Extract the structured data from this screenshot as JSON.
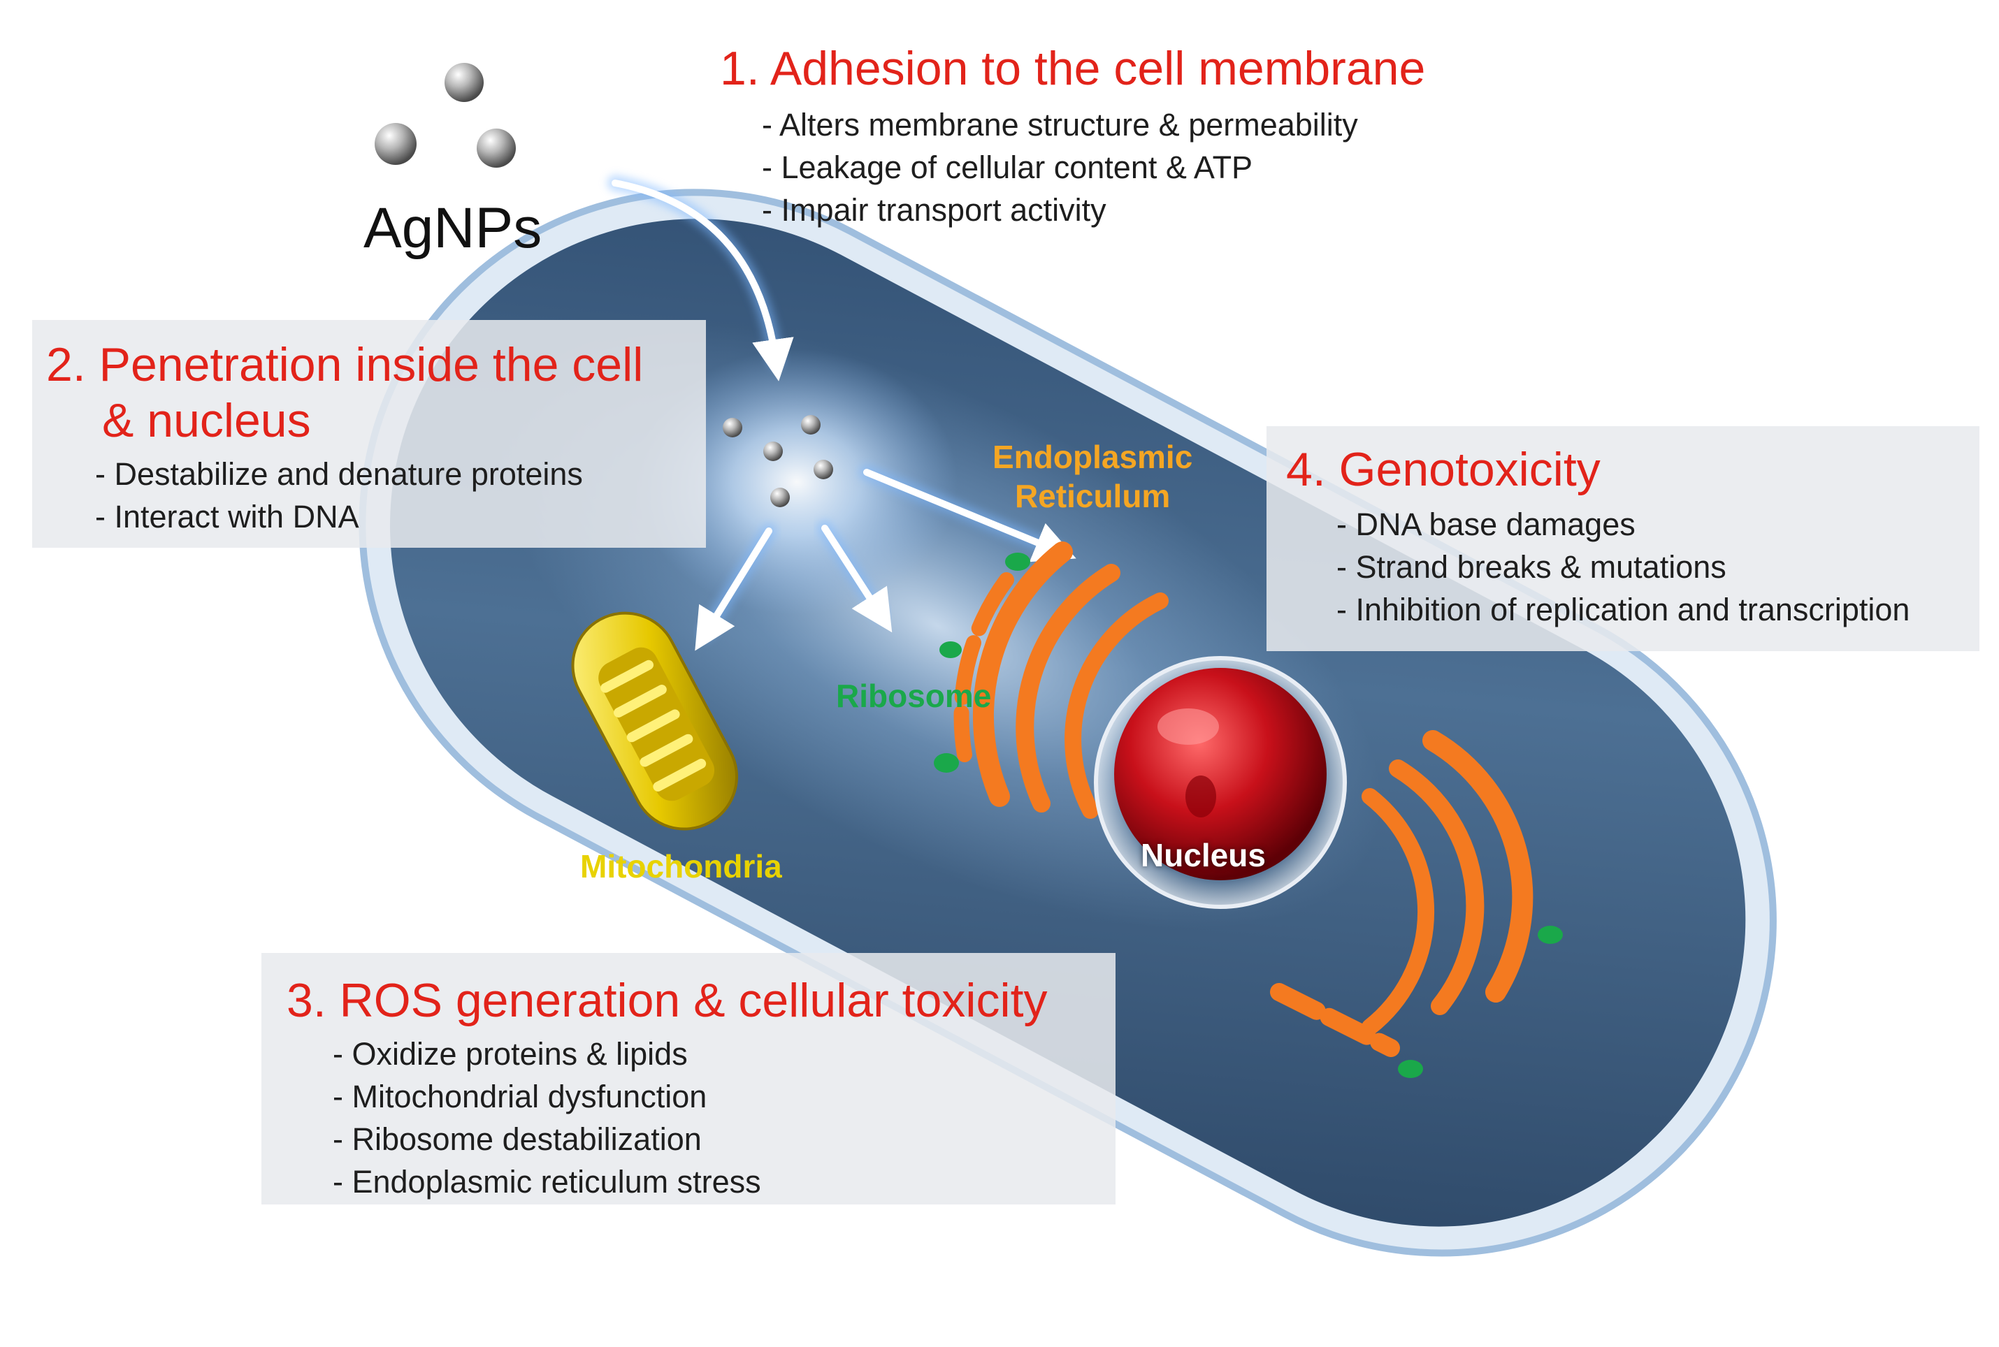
{
  "particles_label": "AgNPs",
  "colors": {
    "heading_red": "#e2231a",
    "body_text": "#1e1e1e",
    "mitochondria_yellow": "#e6c800",
    "ribosome_green": "#1aa84a",
    "er_orange": "#f47a20",
    "nucleus_red": "#c8101a",
    "cell_blue": "#3d5f84"
  },
  "steps": [
    {
      "heading": "1. Adhesion to the cell membrane",
      "bullets": [
        "- Alters membrane structure & permeability",
        "- Leakage of cellular content & ATP",
        "- Impair transport activity"
      ]
    },
    {
      "heading_line1": "2. Penetration inside the cell",
      "heading_line2": "& nucleus",
      "bullets": [
        "- Destabilize and denature proteins",
        "- Interact with DNA"
      ]
    },
    {
      "heading": "3. ROS generation & cellular toxicity",
      "bullets": [
        "- Oxidize proteins & lipids",
        "- Mitochondrial dysfunction",
        "- Ribosome destabilization",
        "- Endoplasmic reticulum stress"
      ]
    },
    {
      "heading": "4. Genotoxicity",
      "bullets": [
        "- DNA base damages",
        "- Strand breaks & mutations",
        "- Inhibition of replication and transcription"
      ]
    }
  ],
  "organelles": {
    "er_line1": "Endoplasmic",
    "er_line2": "Reticulum",
    "ribosome": "Ribosome",
    "mitochondria": "Mitochondria",
    "nucleus": "Nucleus"
  }
}
